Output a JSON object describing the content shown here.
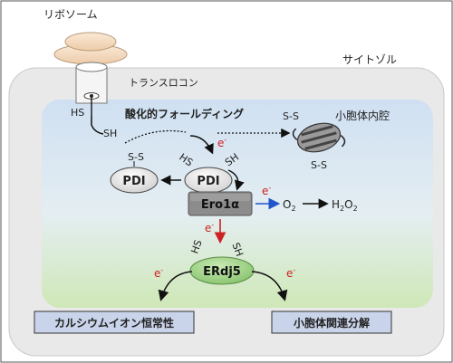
{
  "labels": {
    "ribosome": "リボソーム",
    "cytosol": "サイトゾル",
    "translocon": "トランスロコン",
    "er_lumen": "小胞体内腔",
    "oxidative_folding": "酸化的フォールディング",
    "hs_translocon": "HS",
    "sh_translocon": "SH",
    "ss_pdi": "S-S",
    "hs_pdi2": "HS",
    "sh_pdi2": "SH",
    "ss_protein_top": "S-S",
    "ss_protein_bottom": "S-S",
    "hs_erdj5": "HS",
    "sh_erdj5": "SH",
    "o2": "O",
    "o2_sub": "2",
    "h2o2_h": "H",
    "h2o2_sub1": "2",
    "h2o2_o": "O",
    "h2o2_sub2": "2"
  },
  "nodes": {
    "pdi_left": "PDI",
    "pdi_right": "PDI",
    "ero1": "Ero1α",
    "erdj5": "ERdj5"
  },
  "electron": {
    "symbol": "e",
    "sup": "-"
  },
  "outcomes": {
    "calcium": "カルシウムイオン恒常性",
    "degradation": "小胞体関連分解"
  },
  "colors": {
    "electron_red": "#cc2222",
    "arrow_blue": "#2255cc",
    "erdj5_green": "#9fd08a",
    "ero1_gray": "#8c8c8c",
    "outcome_blue": "#c9d4ea",
    "lumen_top_blue": "#cfe0f2",
    "lumen_bottom_green": "#cfe8b7",
    "cytosol_gray": "#e9e9e9"
  }
}
